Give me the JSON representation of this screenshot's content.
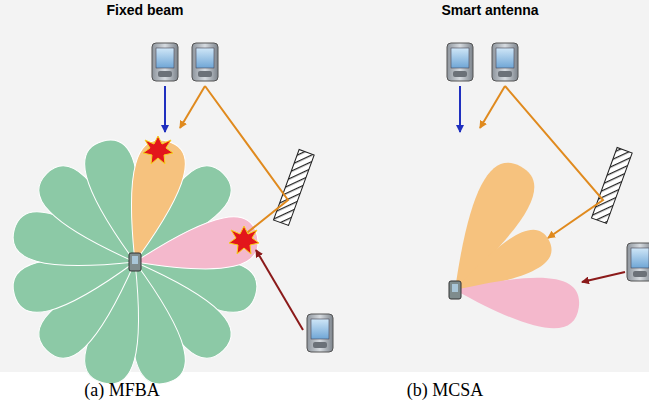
{
  "diagram": {
    "labels": [
      "Fixed beam",
      "Smart antenna",
      "(a) MFBA",
      "(b) MCSA"
    ]
  }
}
